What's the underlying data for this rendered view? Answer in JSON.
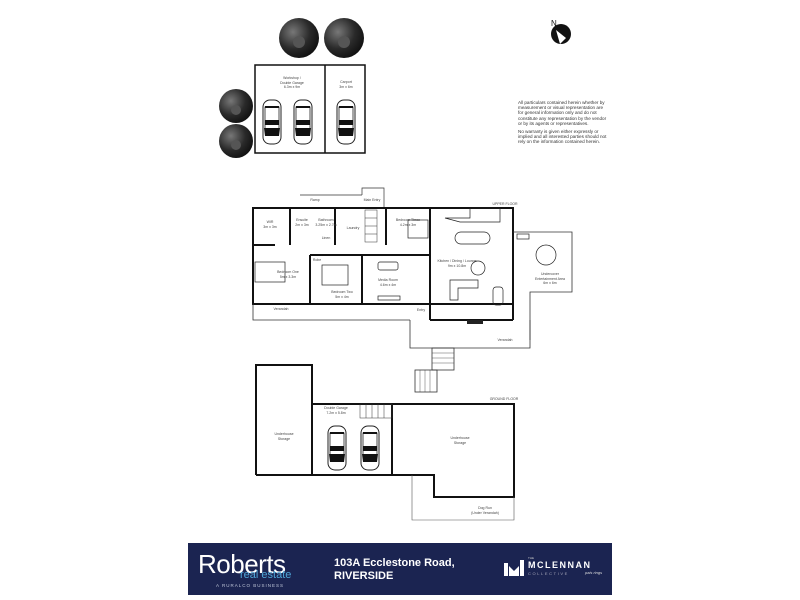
{
  "compass": {
    "label": "N"
  },
  "disclaimer": {
    "paragraph1": "All particulars contained herein whether by measurement or visual representation are for general information only and do not constitute any representation by the vendor or by its agents or representatives.",
    "paragraph2": "No warranty is given either expressly or implied and all interested parties should not rely on the information contained herein."
  },
  "outbuildings": {
    "workshop": {
      "name": "Workshop /\nDouble Garage",
      "size": "6.3m x 9m"
    },
    "carport": {
      "name": "Carport",
      "size": "3m x 6m"
    }
  },
  "upper_floor": {
    "level_label": "UPPER FLOOR",
    "rooms": [
      {
        "id": "ramp",
        "name": "Ramp"
      },
      {
        "id": "entry",
        "name": "Main Entry"
      },
      {
        "id": "wir",
        "name": "WIR",
        "size": "3m x 3m"
      },
      {
        "id": "ensuite",
        "name": "Ensuite",
        "size": "2m x 3m"
      },
      {
        "id": "bathroom",
        "name": "Bathroom",
        "size": "3.25m x 2.7m"
      },
      {
        "id": "linen",
        "name": "Linen"
      },
      {
        "id": "laundry",
        "name": "Laundry"
      },
      {
        "id": "bed3",
        "name": "Bedroom Three",
        "size": "4.2m x 3m"
      },
      {
        "id": "bed1",
        "name": "Bedroom One",
        "size": "5m x 3.3m"
      },
      {
        "id": "robe",
        "name": "Robe"
      },
      {
        "id": "bed2",
        "name": "Bedroom Two",
        "size": "5m x 4m"
      },
      {
        "id": "media",
        "name": "Media Room",
        "size": "4.6m x 4m"
      },
      {
        "id": "kitchen",
        "name": "Kitchen / Dining / Lounge",
        "size": "9m x 10.8m"
      },
      {
        "id": "outdoor",
        "name": "Undercover\nEntertainment Area",
        "size": "6m x 6m"
      },
      {
        "id": "verandah1",
        "name": "Verandah"
      },
      {
        "id": "verandah2",
        "name": "Verandah"
      },
      {
        "id": "entry2",
        "name": "Entry"
      }
    ]
  },
  "ground_floor": {
    "level_label": "GROUND FLOOR",
    "rooms": [
      {
        "id": "storage1",
        "name": "Underhouse\nStorage"
      },
      {
        "id": "garage",
        "name": "Double Garage",
        "size": "7.2m x 5.8m"
      },
      {
        "id": "storage2",
        "name": "Underhouse\nStorage"
      },
      {
        "id": "dogrun",
        "name": "Dog Run\n(Under Verandah)"
      }
    ]
  },
  "footer": {
    "agency_name": "Roberts",
    "agency_sub": "real estate",
    "agency_tagline": "A RURALCO BUSINESS",
    "address_line1": "103A Ecclestone Road,",
    "address_line2": "RIVERSIDE",
    "partner_the": "THE",
    "partner_name": "MCLENNAN",
    "partner_sub": "COLLECTIVE",
    "partner_sig": "pais rings",
    "bg_color": "#1b2451",
    "accent_color": "#4fa6d8"
  }
}
